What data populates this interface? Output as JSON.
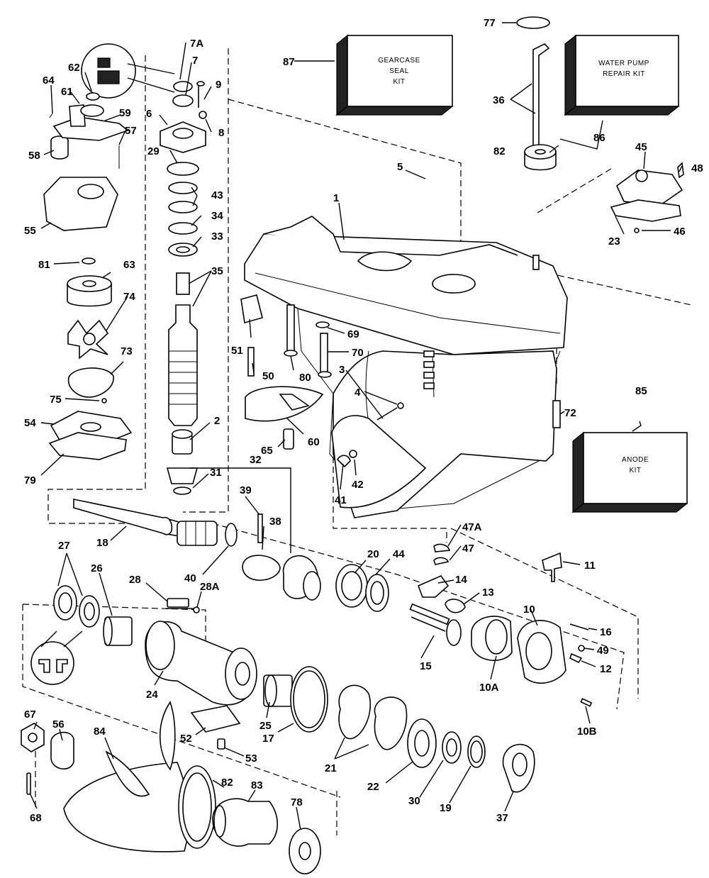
{
  "kits": {
    "gearcase": [
      "GEARCASE",
      "SEAL",
      "KIT"
    ],
    "water_pump": [
      "WATER PUMP",
      "REPAIR KIT"
    ],
    "anode": [
      "ANODE",
      "KIT"
    ]
  },
  "callouts": {
    "c1": "1",
    "c2": "2",
    "c3": "3",
    "c4": "4",
    "c5": "5",
    "c6": "6",
    "c7": "7",
    "c7A": "7A",
    "c8": "8",
    "c9": "9",
    "c10": "10",
    "c10A": "10A",
    "c10B": "10B",
    "c11": "11",
    "c12": "12",
    "c13": "13",
    "c14": "14",
    "c15": "15",
    "c16": "16",
    "c17": "17",
    "c18": "18",
    "c19": "19",
    "c20": "20",
    "c21": "21",
    "c22": "22",
    "c23": "23",
    "c24": "24",
    "c25": "25",
    "c26": "26",
    "c27": "27",
    "c28": "28",
    "c28A": "28A",
    "c29": "29",
    "c30": "30",
    "c31": "31",
    "c32": "32",
    "c33": "33",
    "c34": "34",
    "c35": "35",
    "c36": "36",
    "c37": "37",
    "c38": "38",
    "c39": "39",
    "c40": "40",
    "c41": "41",
    "c42": "42",
    "c43": "43",
    "c44": "44",
    "c45": "45",
    "c46": "46",
    "c47": "47",
    "c47A": "47A",
    "c48": "48",
    "c49": "49",
    "c50": "50",
    "c51": "51",
    "c52": "52",
    "c53": "53",
    "c54": "54",
    "c55": "55",
    "c56": "56",
    "c57": "57",
    "c58": "58",
    "c59": "59",
    "c60": "60",
    "c61": "61",
    "c62": "62",
    "c63": "63",
    "c64": "64",
    "c65": "65",
    "c67": "67",
    "c68": "68",
    "c69": "69",
    "c70": "70",
    "c72": "72",
    "c73": "73",
    "c74": "74",
    "c75": "75",
    "c77": "77",
    "c78": "78",
    "c79": "79",
    "c80": "80",
    "c81": "81",
    "c82a": "82",
    "c82b": "82",
    "c83": "83",
    "c84": "84",
    "c85": "85",
    "c86": "86",
    "c87": "87"
  }
}
